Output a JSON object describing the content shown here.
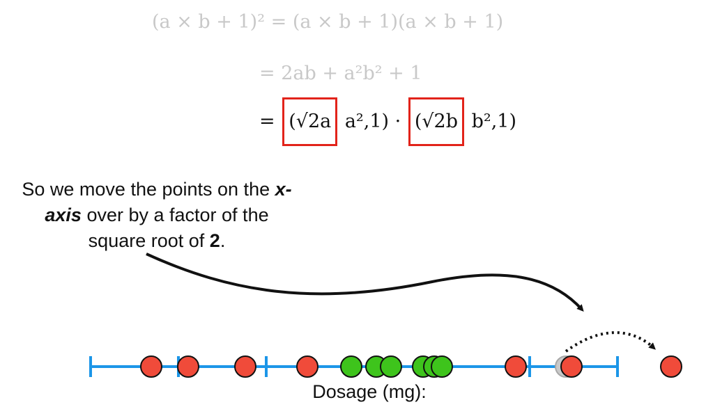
{
  "equation": {
    "line1": "(a × b + 1)² = (a × b + 1)(a × b + 1)",
    "line2": "= 2ab + a²b² + 1",
    "line3_prefix": "=",
    "boxed_a": "(√2a",
    "mid_a": "a²,1) ·",
    "boxed_b": "(√2b",
    "mid_b": "b²,1)"
  },
  "caption": {
    "part1": "So we move the points on the ",
    "bold1": "x-axis",
    "part2": " over by a factor of the square root of ",
    "bold2": "2",
    "part3": "."
  },
  "axis": {
    "label": "Dosage (mg):"
  },
  "colors": {
    "axis": "#1c96e8",
    "red_point": "#f04b3a",
    "green_point": "#3ec41c",
    "highlight_box": "#e2231a"
  }
}
